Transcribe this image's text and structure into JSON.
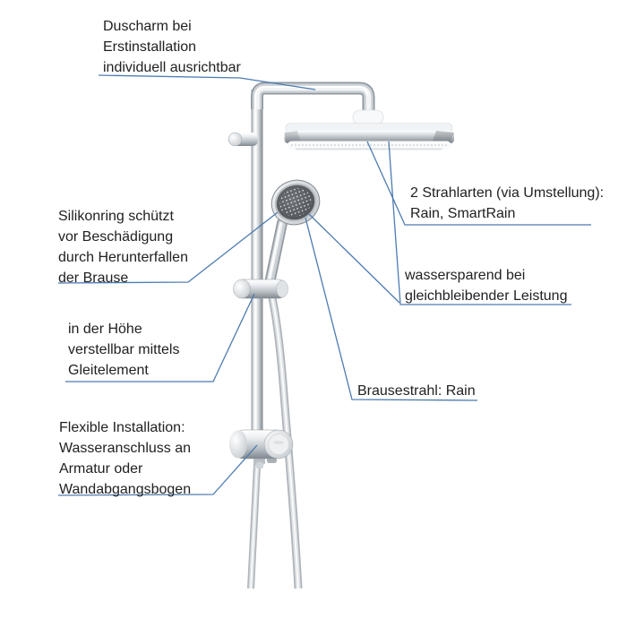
{
  "figure": {
    "type": "annotated-product-diagram",
    "subject": "shower-system-with-head-and-hand-shower"
  },
  "annotations": {
    "duscharm": {
      "text": "Duscharm bei\nErstinstallation\nindividuell ausrichtbar"
    },
    "silikonring": {
      "text": "Silikonring schützt\nvor Beschädigung\ndurch Herunterfallen\nder Brause"
    },
    "hoehe": {
      "text": "in der Höhe\nverstellbar mittels\nGleitelement"
    },
    "flexible": {
      "text": "Flexible Installation:\nWasseranschluss an\nArmatur oder\nWandabgangsbogen"
    },
    "strahlarten": {
      "text": "2 Strahlarten (via Umstellung):\nRain, SmartRain"
    },
    "wassersparend": {
      "text": "wassersparend bei\ngleichbleibender Leistung"
    },
    "brausestrahl": {
      "text": "Brausestrahl: Rain"
    }
  },
  "colors": {
    "background": "#ffffff",
    "text": "#212121",
    "leader_line": "#4d7bb0",
    "chrome_light": "#f2f5f7",
    "chrome_dark": "#7f868d",
    "spray_face": "#55595d"
  }
}
